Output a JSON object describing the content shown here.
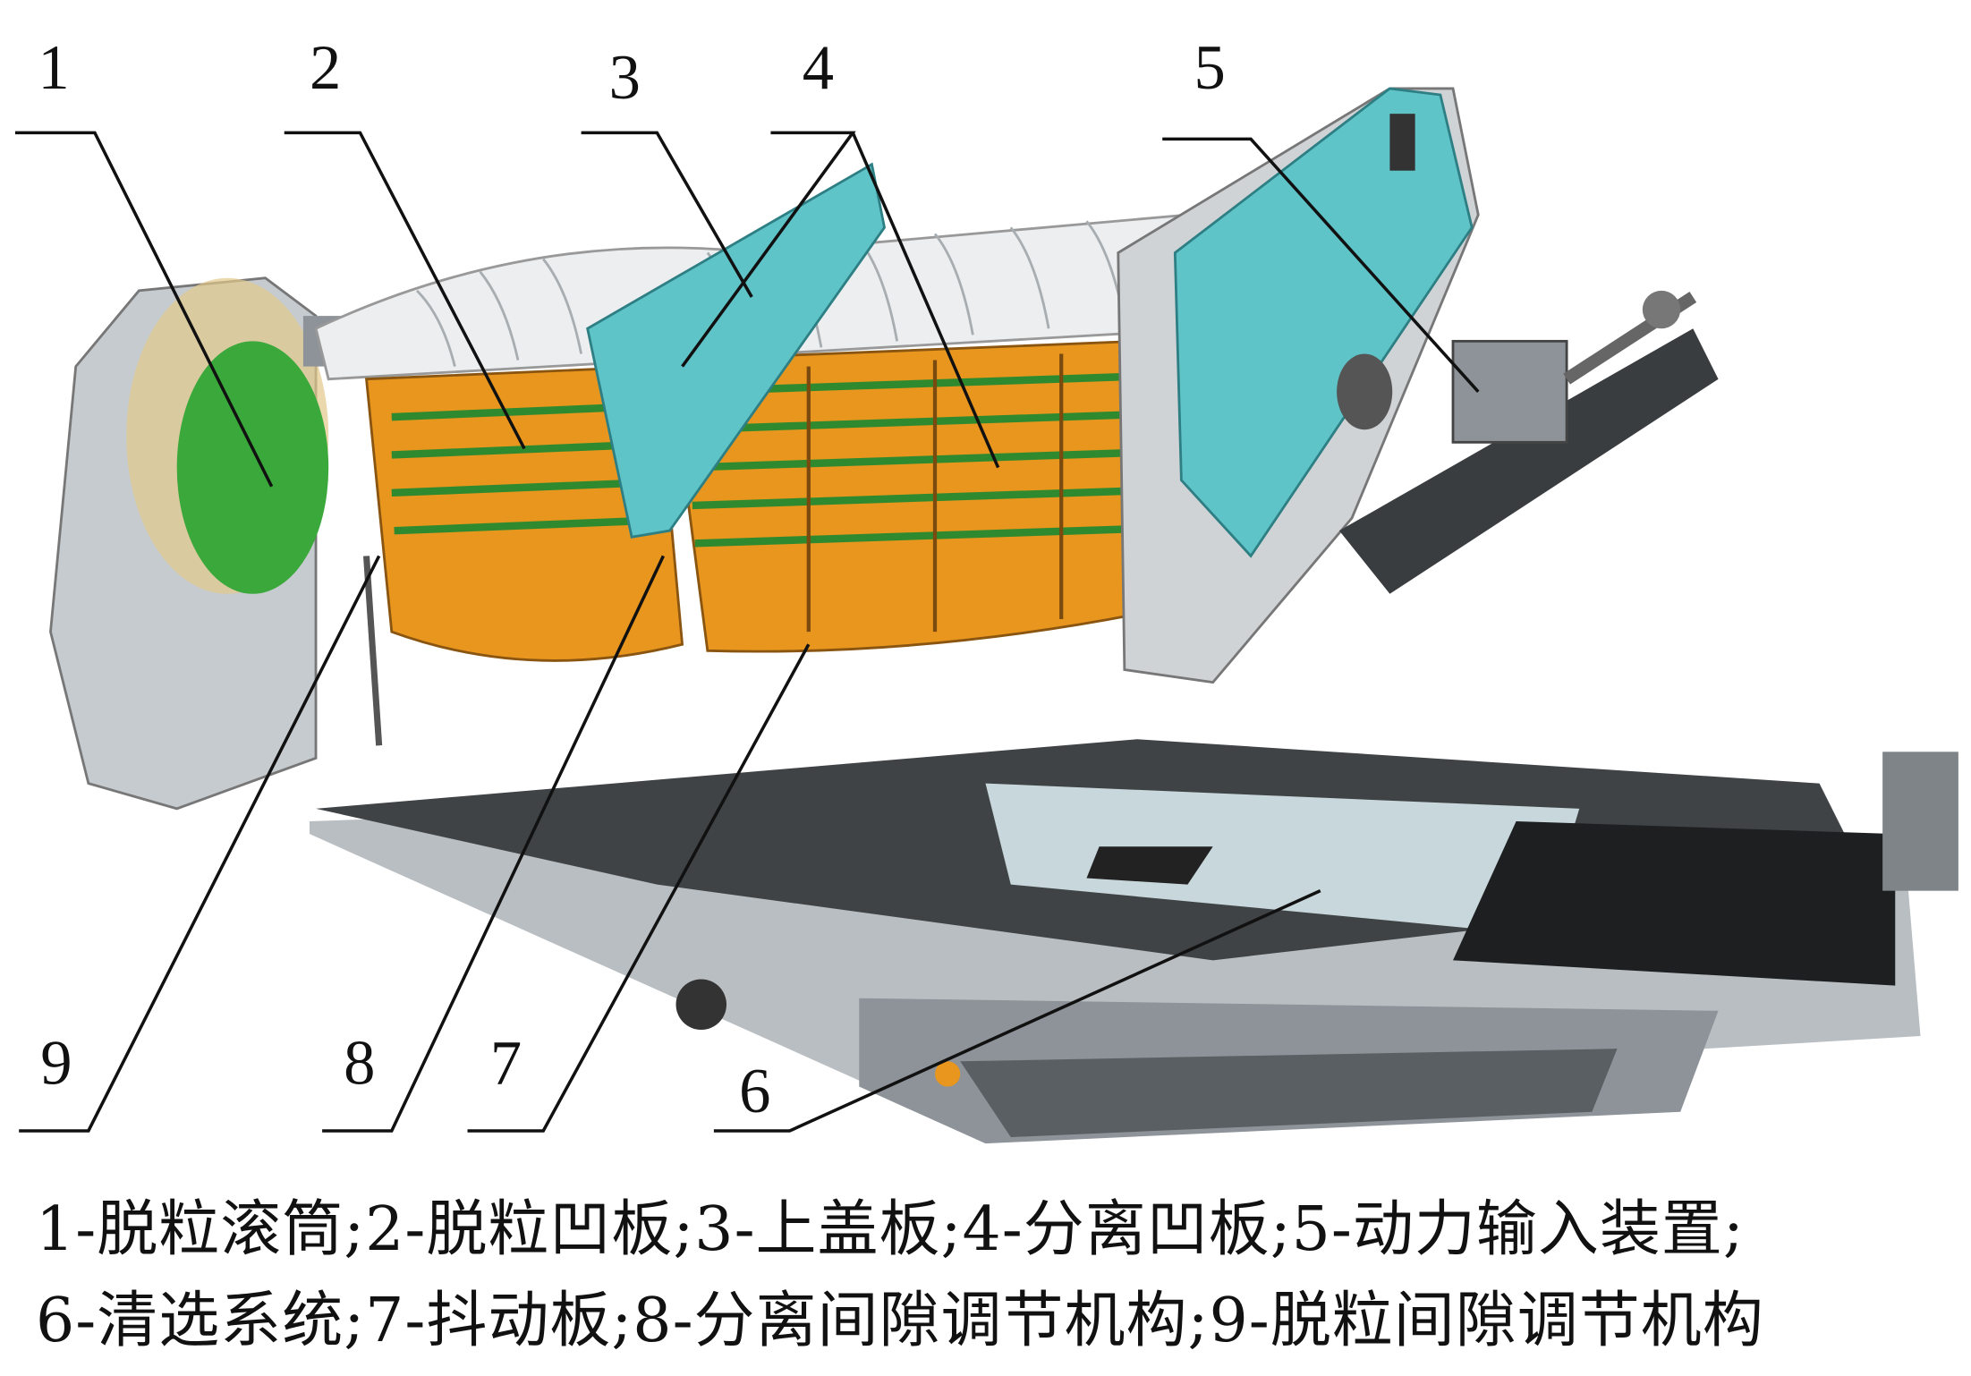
{
  "labels": [
    "1",
    "2",
    "3",
    "4",
    "5",
    "6",
    "7",
    "8",
    "9"
  ],
  "caption": {
    "line1": "1-脱粒滚筒;2-脱粒凹板;3-上盖板;4-分离凹板;5-动力输入装置;",
    "line2": "6-清选系统;7-抖动板;8-分离间隙调节机构;9-脱粒间隙调节机构"
  },
  "colors": {
    "cover": "#e6e8ea",
    "concave": "#e8961e",
    "green": "#3aa83a",
    "panel": "#5fc4c8",
    "frame": "#9aa2a8",
    "sieve": "#3a3d40"
  }
}
